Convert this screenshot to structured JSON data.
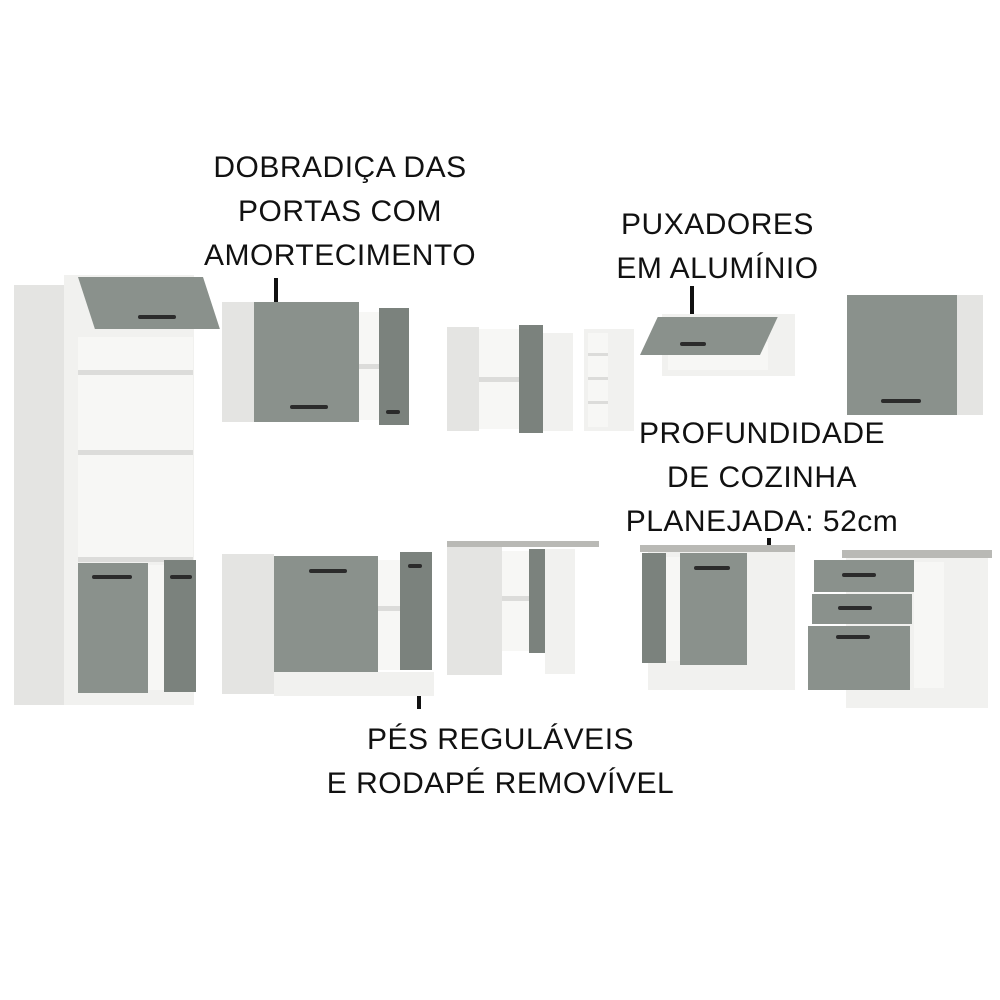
{
  "annotations": {
    "hinges": {
      "lines": [
        "DOBRADIÇA DAS",
        "PORTAS COM",
        "AMORTECIMENTO"
      ]
    },
    "handles": {
      "lines": [
        "PUXADORES",
        "EM ALUMÍNIO"
      ]
    },
    "depth": {
      "lines": [
        "PROFUNDIDADE",
        "DE COZINHA",
        "PLANEJADA: 52cm"
      ]
    },
    "feet": {
      "lines": [
        "PÉS REGULÁVEIS",
        "E RODAPÉ REMOVÍVEL"
      ]
    }
  },
  "colors": {
    "door_gray": "#8a918c",
    "carcass_white": "#f1f1ef",
    "countertop": "#b9b9b5",
    "text": "#111111"
  },
  "modules": [
    {
      "name": "tall-oven-tower",
      "doors": 3,
      "shelves": 3
    },
    {
      "name": "upper-cabinet-2-doors",
      "doors": 2
    },
    {
      "name": "upper-corner-cabinet",
      "doors": 1
    },
    {
      "name": "upper-open-shelf",
      "shelves": 4
    },
    {
      "name": "upper-flip-up-cabinet",
      "doors": 1
    },
    {
      "name": "upper-cabinet-1-door",
      "doors": 1
    },
    {
      "name": "base-sink-cabinet-2-doors",
      "doors": 2
    },
    {
      "name": "base-corner-cabinet",
      "doors": 1
    },
    {
      "name": "base-cabinet-2-doors",
      "doors": 2
    },
    {
      "name": "base-drawer-cabinet",
      "drawers": 3
    }
  ]
}
